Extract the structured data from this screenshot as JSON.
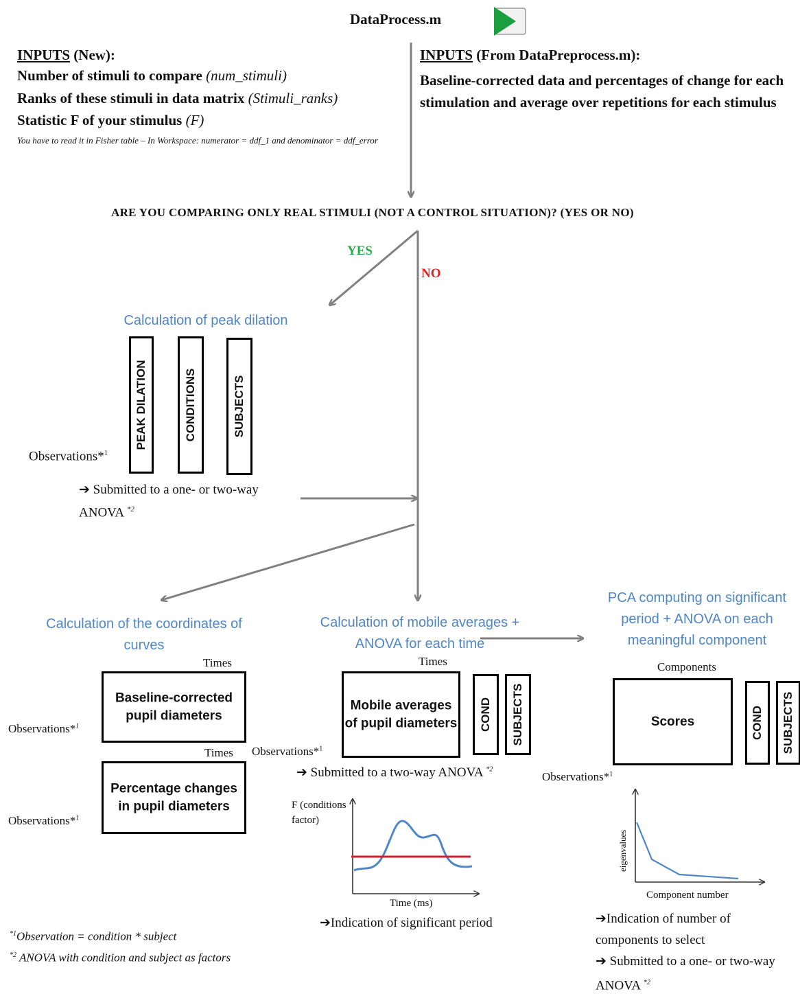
{
  "header": {
    "title": "DataProcess.m",
    "play_icon": "play-icon",
    "play_color": "#1a9e3f"
  },
  "inputs_new": {
    "heading": "INPUTS",
    "heading_suffix": " (New):",
    "line1_text": "Number of stimuli to compare ",
    "line1_var": "(num_stimuli)",
    "line2_text": "Ranks of these stimuli in data matrix ",
    "line2_var": "(Stimuli_ranks)",
    "line3_text": "Statistic F of your stimulus ",
    "line3_var": "(F)",
    "note": "You have to read it in Fisher table – In Workspace: numerator = ddf_1 and denominator = ddf_error"
  },
  "inputs_pre": {
    "heading": "INPUTS",
    "heading_suffix": " (From DataPreprocess.m):",
    "body": "Baseline-corrected data and percentages of change for each stimulation and average over repetitions for each stimulus"
  },
  "question": "ARE YOU COMPARING ONLY REAL STIMULI (NOT A CONTROL SITUATION)? (YES OR NO)",
  "branches": {
    "yes": "YES",
    "no": "NO",
    "yes_color": "#2aa84a",
    "no_color": "#e02020"
  },
  "peak": {
    "title": "Calculation of peak dilation",
    "col1": "PEAK DILATION",
    "col2": "CONDITIONS",
    "col3": "SUBJECTS",
    "observations": "Observations*",
    "observations_sup": "1",
    "submitted": "➔ Submitted to a one- or two-way ANOVA ",
    "submitted_sup": "*2"
  },
  "curves": {
    "title": "Calculation of the coordinates of curves",
    "times1": "Times",
    "box1": "Baseline-corrected pupil diameters",
    "obs1": "Observations*",
    "obs1_sup": "1",
    "times2": "Times",
    "box2": "Percentage changes in pupil diameters",
    "obs2": "Observations*",
    "obs2_sup": "1"
  },
  "mobile": {
    "title": "Calculation of mobile averages + ANOVA for each time",
    "times": "Times",
    "box": "Mobile averages of pupil diameters",
    "col1": "COND",
    "col2": "SUBJECTS",
    "observations": "Observations*",
    "observations_sup": "1",
    "submitted": "➔ Submitted to a two-way ANOVA ",
    "submitted_sup": "*2",
    "ylabel": "F (conditions factor)",
    "xlabel": "Time (ms)",
    "indication": "➔Indication of significant period",
    "curve_color": "#4f86c6",
    "threshold_color": "#d02030"
  },
  "pca": {
    "title": "PCA computing on significant period + ANOVA on each meaningful component",
    "components": "Components",
    "box": "Scores",
    "col1": "COND",
    "col2": "SUBJECTS",
    "observations": "Observations*",
    "observations_sup": "1",
    "ylabel": "eigenvalues",
    "xlabel": "Component number",
    "indication": "➔Indication of number of components to select",
    "submitted": "➔ Submitted to a one- or two-way ANOVA ",
    "submitted_sup": "*2"
  },
  "footnotes": {
    "f1_sup": "*1",
    "f1": "Observation = condition * subject",
    "f2_sup": "*2",
    "f2": " ANOVA with condition and subject as factors"
  }
}
